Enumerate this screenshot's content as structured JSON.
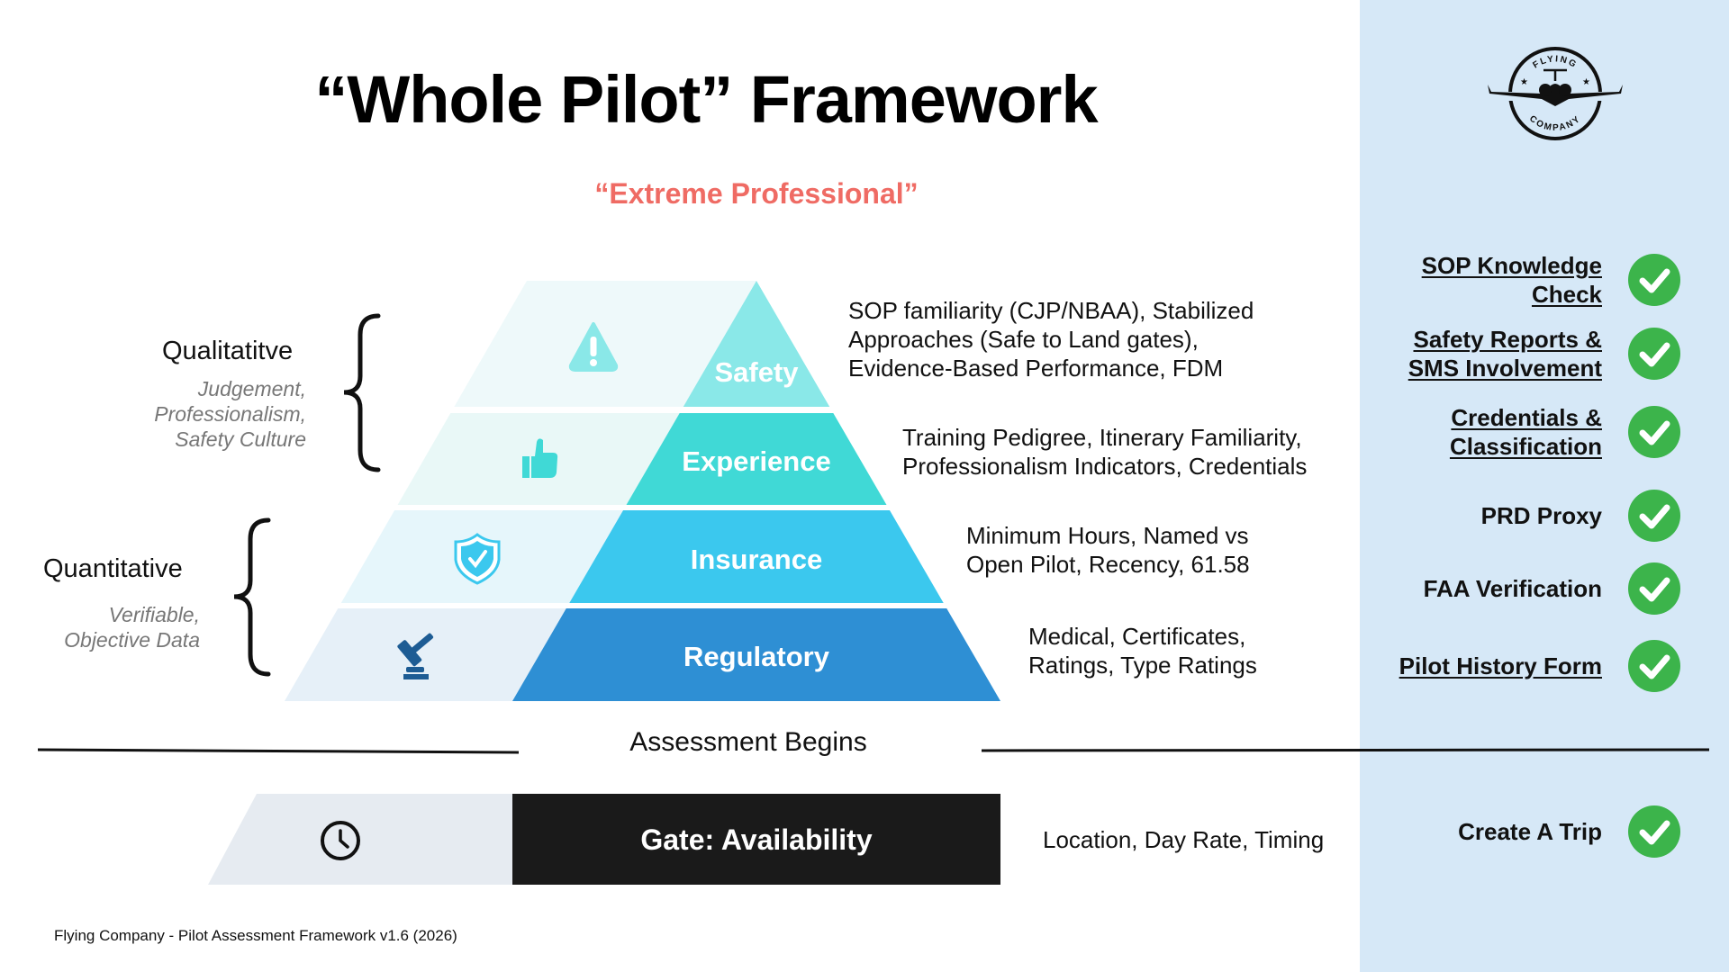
{
  "title": "“Whole Pilot” Framework",
  "apex_label": "“Extreme Professional”",
  "tiers": [
    {
      "name": "Safety",
      "icon": "warning-icon",
      "description": [
        "SOP familiarity (CJP/NBAA), Stabilized",
        "Approaches (Safe to Land gates),",
        "Evidence-Based Performance, FDM"
      ],
      "color": "#8ae8e8",
      "tint": "#eef9fa"
    },
    {
      "name": "Experience",
      "icon": "thumbs-up-icon",
      "description": [
        "Training Pedigree, Itinerary Familiarity,",
        "Professionalism Indicators, Credentials"
      ],
      "color": "#40d9d6",
      "tint": "#e9f8f7"
    },
    {
      "name": "Insurance",
      "icon": "shield-check-icon",
      "description": [
        "Minimum Hours, Named vs",
        "Open Pilot, Recency, 61.58"
      ],
      "color": "#3bc8ee",
      "tint": "#e6f6fb"
    },
    {
      "name": "Regulatory",
      "icon": "gavel-icon",
      "description": [
        "Medical, Certificates,",
        "Ratings, Type Ratings"
      ],
      "color": "#2e8fd4",
      "tint": "#e6f0f8"
    }
  ],
  "groups": {
    "qualitative": {
      "title": "Qualitatitve",
      "sub": [
        "Judgement,",
        "Professionalism,",
        "Safety Culture"
      ]
    },
    "quantitative": {
      "title": "Quantitative",
      "sub": [
        "Verifiable,",
        "Objective Data"
      ]
    }
  },
  "assessment_label": "Assessment Begins",
  "gate": {
    "label": "Gate: Availability",
    "icon": "clock-icon",
    "description": "Location, Day Rate, Timing"
  },
  "footer": "Flying Company - Pilot Assessment Framework v1.6 (2026)",
  "logo": {
    "top": "FLYING",
    "bottom": "COMPANY"
  },
  "checklist": [
    {
      "lines": [
        "SOP Knowledge",
        "Check"
      ],
      "link": true
    },
    {
      "lines": [
        "Safety Reports &",
        "SMS Involvement"
      ],
      "link": true
    },
    {
      "lines": [
        "Credentials &",
        "Classification"
      ],
      "link": true
    },
    {
      "lines": [
        "PRD Proxy"
      ],
      "link": false
    },
    {
      "lines": [
        "FAA Verification"
      ],
      "link": false
    },
    {
      "lines": [
        "Pilot History Form"
      ],
      "link": true
    },
    {
      "lines": [
        "Create A Trip"
      ],
      "link": false
    }
  ],
  "colors": {
    "panel": "#d6e8f7",
    "check": "#3cb44b",
    "accent": "#ef6b64",
    "gate": "#1a1a1a"
  }
}
